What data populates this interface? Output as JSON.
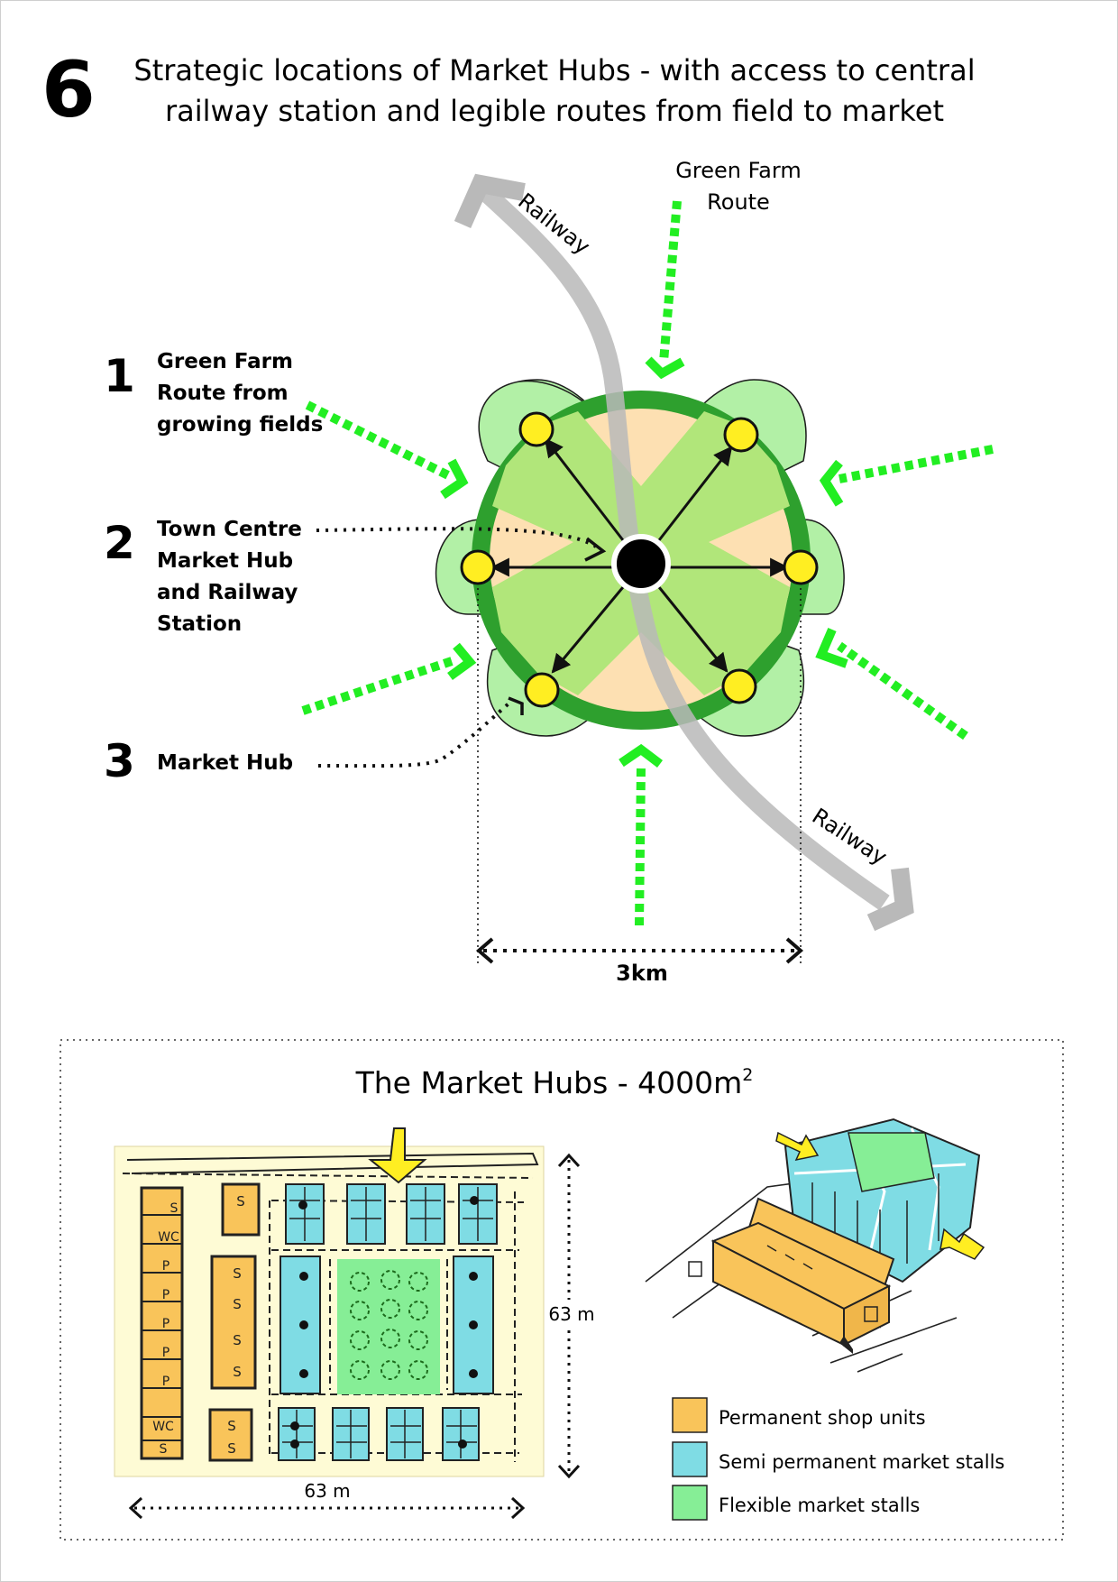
{
  "page_number": "6",
  "title": {
    "line1": "Strategic locations of Market Hubs - with access to central",
    "line2": "railway station and legible routes from field to market"
  },
  "labels": {
    "green_farm_route": [
      "Green Farm",
      "Route"
    ],
    "railway_top": "Railway",
    "railway_bottom": "Railway",
    "distance": "3km"
  },
  "legend_items": [
    {
      "number": "1",
      "lines": [
        "Green Farm",
        "Route from",
        "growing fields"
      ]
    },
    {
      "number": "2",
      "lines": [
        "Town Centre",
        "Market Hub",
        "and Railway",
        "Station"
      ]
    },
    {
      "number": "3",
      "lines": [
        "Market Hub"
      ]
    }
  ],
  "hubs_panel": {
    "title": "The Market Hubs - 4000m",
    "title_sup": "2",
    "dim_vertical": "63 m",
    "dim_horizontal": "63 m",
    "plan_stall_letters": [
      "S",
      "WC",
      "P",
      "P",
      "P",
      "P",
      "P",
      "WC",
      "S"
    ],
    "plan_shop_letters": [
      "S",
      "S",
      "S",
      "S",
      "S",
      "S",
      "S"
    ],
    "key": [
      {
        "label": "Permanent shop units",
        "color": "#f9c45a"
      },
      {
        "label": "Semi permanent market stalls",
        "color": "#7fdce4"
      },
      {
        "label": "Flexible market stalls",
        "color": "#86ee96"
      }
    ]
  },
  "colors": {
    "ring": "#2ea02e",
    "petal": "#b2f0a6",
    "inner": "#b1e67a",
    "tan": "#fde0b2",
    "hub": "#ffee22",
    "route": "#22ee22",
    "railway": "#b9b9b9"
  }
}
